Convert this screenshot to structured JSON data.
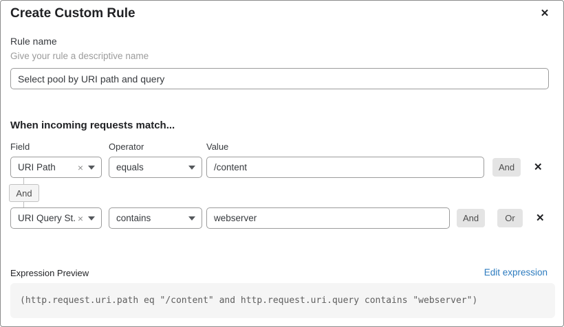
{
  "dialog": {
    "title": "Create Custom Rule"
  },
  "icons": {
    "close": "✕",
    "remove": "✕",
    "clear": "×"
  },
  "rule_name": {
    "label": "Rule name",
    "hint": "Give your rule a descriptive name",
    "value": "Select pool by URI path and query"
  },
  "matcher": {
    "heading": "When incoming requests match...",
    "columns": {
      "field": "Field",
      "operator": "Operator",
      "value": "Value"
    },
    "connector_label": "And",
    "conditions": [
      {
        "field": "URI Path",
        "operator": "equals",
        "value": "/content",
        "and_label": "And"
      },
      {
        "field": "URI Query St...",
        "operator": "contains",
        "value": "webserver",
        "and_label": "And",
        "or_label": "Or"
      }
    ]
  },
  "expression": {
    "label": "Expression Preview",
    "edit_link": "Edit expression",
    "preview": "(http.request.uri.path eq \"/content\" and http.request.uri.query contains \"webserver\")"
  },
  "colors": {
    "link_blue": "#2c7bbf",
    "button_bg": "#e4e4e4",
    "code_bg": "#f5f5f5",
    "input_border": "#9b9b9b"
  }
}
